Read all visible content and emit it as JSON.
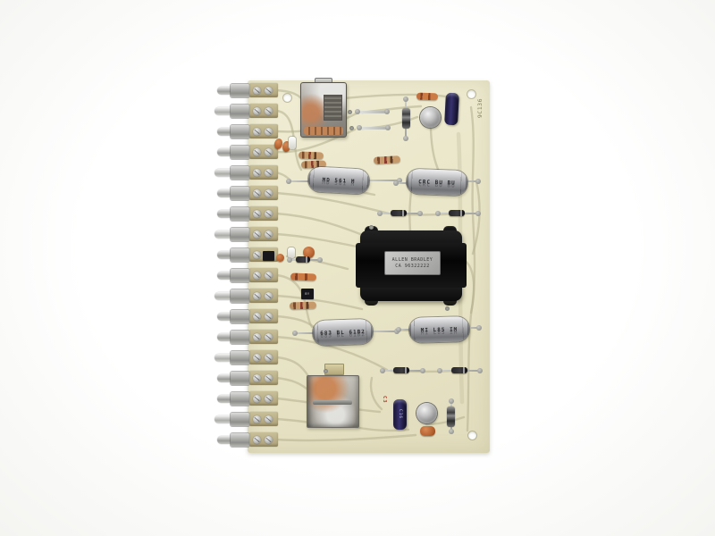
{
  "photo": {
    "subject": "Allen-Bradley relay logic printed circuit board, component side, on white background"
  },
  "board": {
    "vertical_code": "9C136"
  },
  "terminals": {
    "count": 18
  },
  "transformer_label": {
    "line1": "ALLEN BRADLEY",
    "line2": "CA 96322222"
  },
  "capacitor_labels": {
    "top_left": "MD 561 M",
    "top_right": "CRC BU BU",
    "bottom_left": "683 BL 61B2",
    "bottom_right": "MI L85 IM"
  },
  "silkscreen": {
    "c3": "C3",
    "cap_mark": "C16",
    "diode_mark": "BY"
  },
  "colors": {
    "board": "#eae6c9",
    "trace": "#b2af8e",
    "terminal": "#ab9f77",
    "transformer": "#141414",
    "cap_body": "#a8a9ac",
    "copper": "#c08457",
    "navy_cap": "#27224f"
  }
}
